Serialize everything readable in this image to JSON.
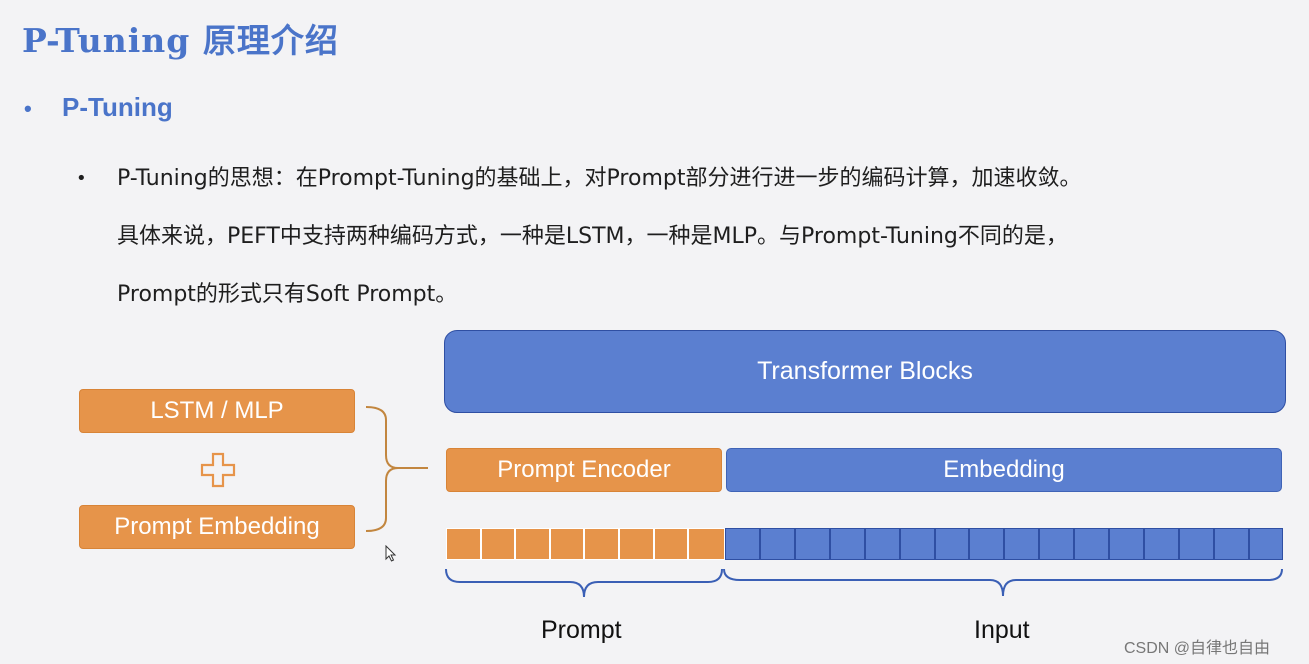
{
  "title": "P-Tuning 原理介绍",
  "bullet_level1": {
    "marker": "•",
    "text": "P-Tuning"
  },
  "bullet_level2": {
    "marker": "•",
    "lines": [
      "P-Tuning的思想：在Prompt-Tuning的基础上，对Prompt部分进行进一步的编码计算，加速收敛。",
      "具体来说，PEFT中支持两种编码方式，一种是LSTM，一种是MLP。与Prompt-Tuning不同的是，",
      "Prompt的形式只有Soft Prompt。"
    ]
  },
  "diagram": {
    "lstm_mlp": "LSTM / MLP",
    "prompt_embedding": "Prompt Embedding",
    "transformer_blocks": "Transformer Blocks",
    "prompt_encoder": "Prompt Encoder",
    "embedding": "Embedding",
    "prompt_label": "Prompt",
    "input_label": "Input",
    "prompt_token_count": 8,
    "input_token_count": 16,
    "colors": {
      "orange": "#e6944a",
      "blue": "#5b7fd0",
      "title_blue": "#4a74c9"
    },
    "icons": {
      "plus": "plus-icon",
      "brace": "curly-brace-icon"
    }
  },
  "watermark": "CSDN @自律也自由"
}
